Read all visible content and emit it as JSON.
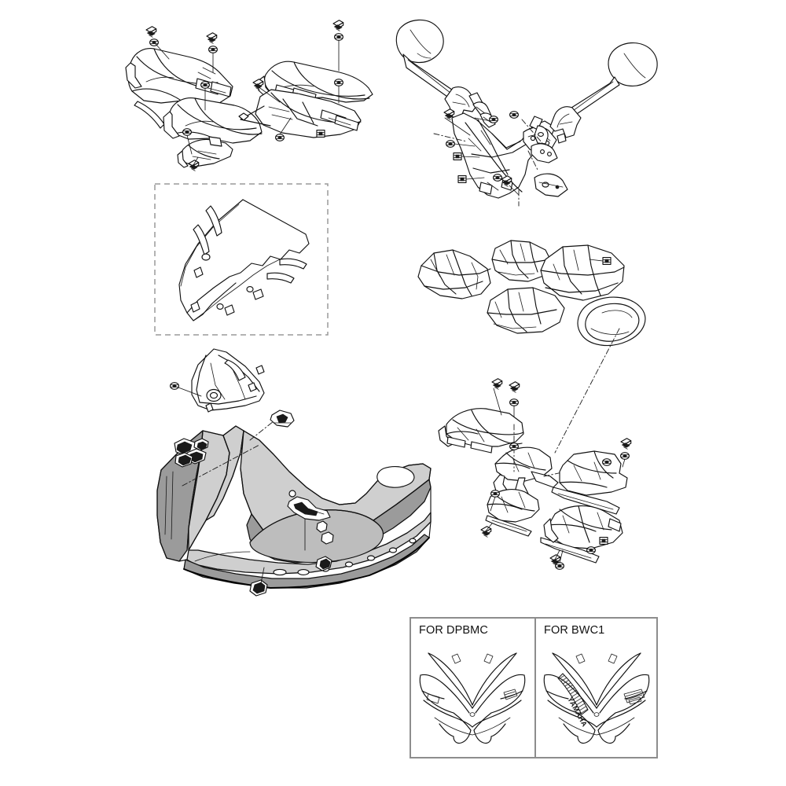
{
  "document": {
    "type": "motorcycle-parts-exploded-diagram",
    "subject": "Front cowling / fairing, windshield, mirrors and air ducts",
    "background_color": "#ffffff",
    "line_color": "#111111",
    "shade_dark": "#9b9b9b",
    "shade_light": "#cfcfcf"
  },
  "legend": {
    "border_color": "#8d8d8d",
    "panels": [
      {
        "id": "dpbmc",
        "label": "FOR DPBMC",
        "has_graphic_stripe": false
      },
      {
        "id": "bwc1",
        "label": "FOR BWC1",
        "has_graphic_stripe": true,
        "stripe_text": "YAMAHA"
      }
    ]
  },
  "groups": [
    {
      "id": "upper-trim-left",
      "name": "Upper inner panel / air duct trim (left)"
    },
    {
      "id": "upper-trim-right",
      "name": "Upper inner panel / air duct trim (right)"
    },
    {
      "id": "mirror-assembly",
      "name": "Rear view mirror assembly with headlight stay"
    },
    {
      "id": "windshield",
      "name": "Windshield / windscreen (boxed option)"
    },
    {
      "id": "inner-cowl-frame",
      "name": "Inner cowling frame"
    },
    {
      "id": "main-cowling",
      "name": "Front cowling main body"
    },
    {
      "id": "air-ducts",
      "name": "Air intake ducts"
    },
    {
      "id": "lower-brackets",
      "name": "Cowling stays and brackets"
    }
  ],
  "fasteners": {
    "screw_count": 14,
    "grommet_count": 16,
    "nut_count": 6
  }
}
